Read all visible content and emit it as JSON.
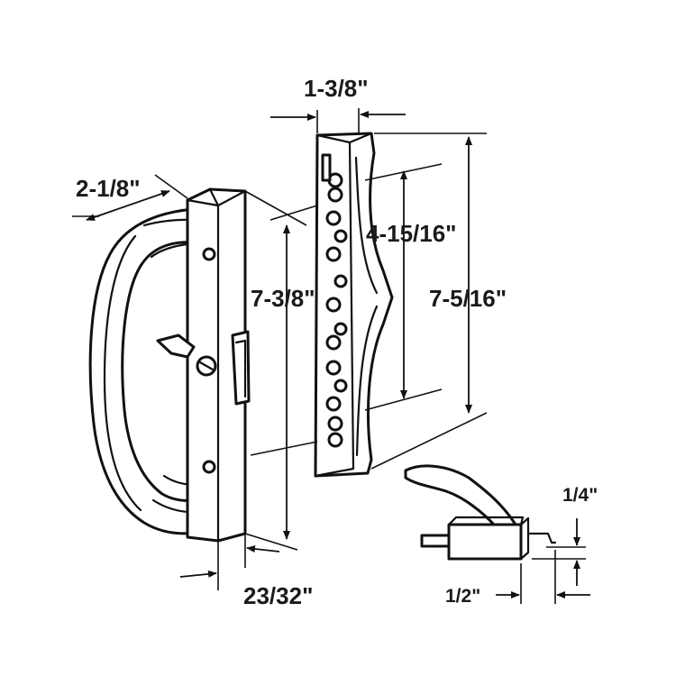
{
  "dimensions": {
    "handle_width": "2-1/8\"",
    "handle_height": "7-3/8\"",
    "handle_depth": "23/32\"",
    "plate_width": "1-3/8\"",
    "hole_spacing": "4-15/16\"",
    "plate_height": "7-5/16\"",
    "latch_height": "1/4\"",
    "latch_width": "1/2\""
  },
  "colors": {
    "line": "#111111",
    "background": "#ffffff"
  }
}
